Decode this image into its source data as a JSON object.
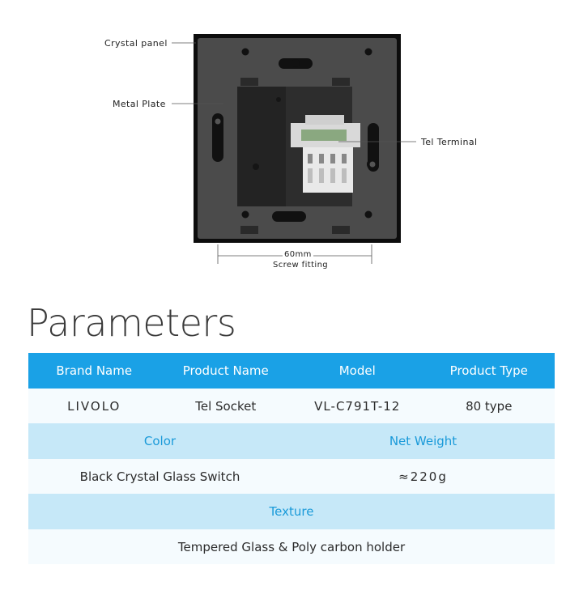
{
  "diagram": {
    "callouts": {
      "crystal_panel": "Crystal panel",
      "metal_plate": "Metal Plate",
      "tel_terminal": "Tel Terminal"
    },
    "dimension": {
      "value": "60mm",
      "caption": "Screw fitting"
    }
  },
  "parameters": {
    "heading": "Parameters",
    "header": [
      "Brand Name",
      "Product Name",
      "Model",
      "Product Type"
    ],
    "values": [
      "LIVOLO",
      "Tel Socket",
      "VL-C791T-12",
      "80 type"
    ],
    "color_label": "Color",
    "net_weight_label": "Net Weight",
    "color_value": "Black Crystal Glass Switch",
    "net_weight_value": "≈220g",
    "texture_label": "Texture",
    "texture_value": "Tempered Glass & Poly carbon holder"
  },
  "colors": {
    "header_bg": "#1aa1e6",
    "label_bg": "#c6e8f8",
    "label_text": "#1a9ad9",
    "value_bg": "#f5fbfe"
  }
}
